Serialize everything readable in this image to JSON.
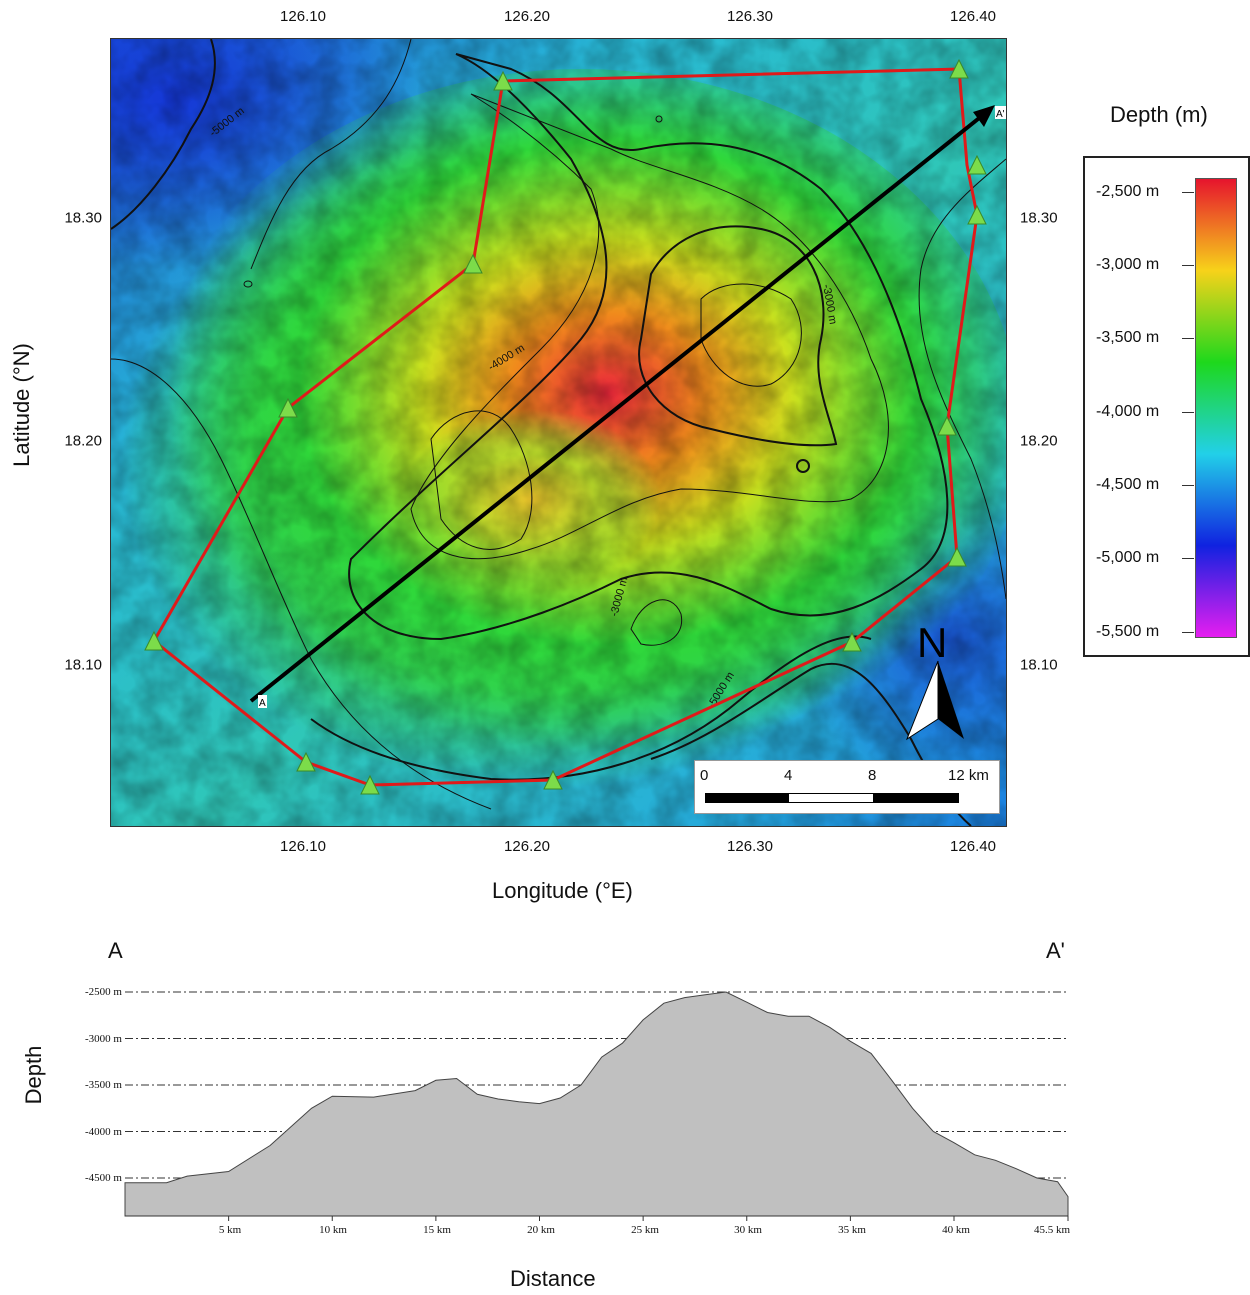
{
  "map": {
    "x_ticks": [
      "126.10",
      "126.20",
      "126.30",
      "126.40"
    ],
    "y_ticks": [
      "18.30",
      "18.20",
      "18.10"
    ],
    "xlabel": "Longitude (°E)",
    "ylabel": "Latitude (°N)",
    "contour_labels": [
      "-5000 m",
      "-4000 m",
      "-3000 m",
      "-3000 m",
      "-5000 m"
    ],
    "section_start": "A",
    "section_end": "A'",
    "north_label": "N",
    "survey_color": "#e01a1a",
    "station_color": "#7cdc4a"
  },
  "legend": {
    "title": "Depth (m)",
    "labels": [
      "-2,500 m",
      "-3,000 m",
      "-3,500 m",
      "-4,000 m",
      "-4,500 m",
      "-5,000 m",
      "-5,500 m"
    ],
    "colors": [
      "#e6142d",
      "#f7d21a",
      "#1ed81c",
      "#22d0e8",
      "#1022e0",
      "#e61ef0"
    ]
  },
  "scalebar": {
    "labels": [
      "0",
      "4",
      "8",
      "12 km"
    ]
  },
  "profile": {
    "start_label": "A",
    "end_label": "A'",
    "ylabel": "Depth",
    "xlabel": "Distance",
    "y_ticks": [
      "-2500 m",
      "-3000 m",
      "-3500 m",
      "-4000 m",
      "-4500 m"
    ],
    "x_ticks": [
      "5 km",
      "10 km",
      "15 km",
      "20 km",
      "25 km",
      "30 km",
      "35 km",
      "40 km",
      "45.5 km"
    ],
    "fill_color": "#c0c0c0"
  },
  "chart_data": {
    "type": "area",
    "xlabel": "Distance",
    "ylabel": "Depth",
    "x_unit": "km",
    "y_unit": "m",
    "xlim": [
      0,
      45.5
    ],
    "ylim": [
      -4900,
      -2400
    ],
    "grid": true,
    "x": [
      0,
      2,
      3,
      5,
      7,
      9,
      10,
      12,
      14,
      15,
      16,
      17,
      18,
      19,
      20,
      21,
      22,
      23,
      24,
      25,
      26,
      27,
      28,
      29,
      30,
      31,
      32,
      33,
      34,
      35,
      36,
      37,
      38,
      39,
      40,
      41,
      42,
      43,
      44,
      45,
      45.5
    ],
    "y": [
      -4550,
      -4550,
      -4480,
      -4430,
      -4150,
      -3750,
      -3620,
      -3630,
      -3560,
      -3450,
      -3430,
      -3600,
      -3650,
      -3680,
      -3700,
      -3640,
      -3500,
      -3200,
      -3050,
      -2800,
      -2620,
      -2560,
      -2530,
      -2500,
      -2610,
      -2720,
      -2760,
      -2760,
      -2880,
      -3030,
      -3160,
      -3450,
      -3750,
      -4000,
      -4120,
      -4250,
      -4310,
      -4400,
      -4500,
      -4540,
      -4700
    ]
  }
}
